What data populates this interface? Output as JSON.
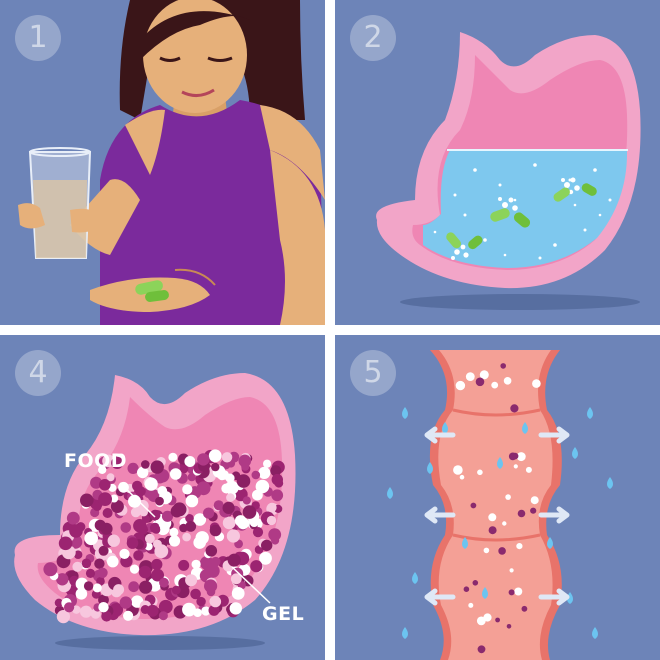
{
  "panels": [
    {
      "number": "1"
    },
    {
      "number": "2"
    },
    {
      "number": "4",
      "labels": {
        "food": "FOOD",
        "gel": "GEL"
      }
    },
    {
      "number": "5"
    }
  ],
  "colors": {
    "background": "#6d84b8",
    "stomach_wall": "#f2a5c8",
    "stomach_inner": "#ef86b4",
    "liquid": "#7ec8ee",
    "capsule": "#8cd35a",
    "food_gel": "#9c2471",
    "intestine": "#f4a096",
    "water_drop": "#6cc4f0",
    "shirt": "#7b2a9c",
    "hair": "#3a1518"
  },
  "icons": [
    "woman-figure",
    "water-glass",
    "green-capsule",
    "stomach",
    "water-drop",
    "arrow-right",
    "arrow-left"
  ]
}
